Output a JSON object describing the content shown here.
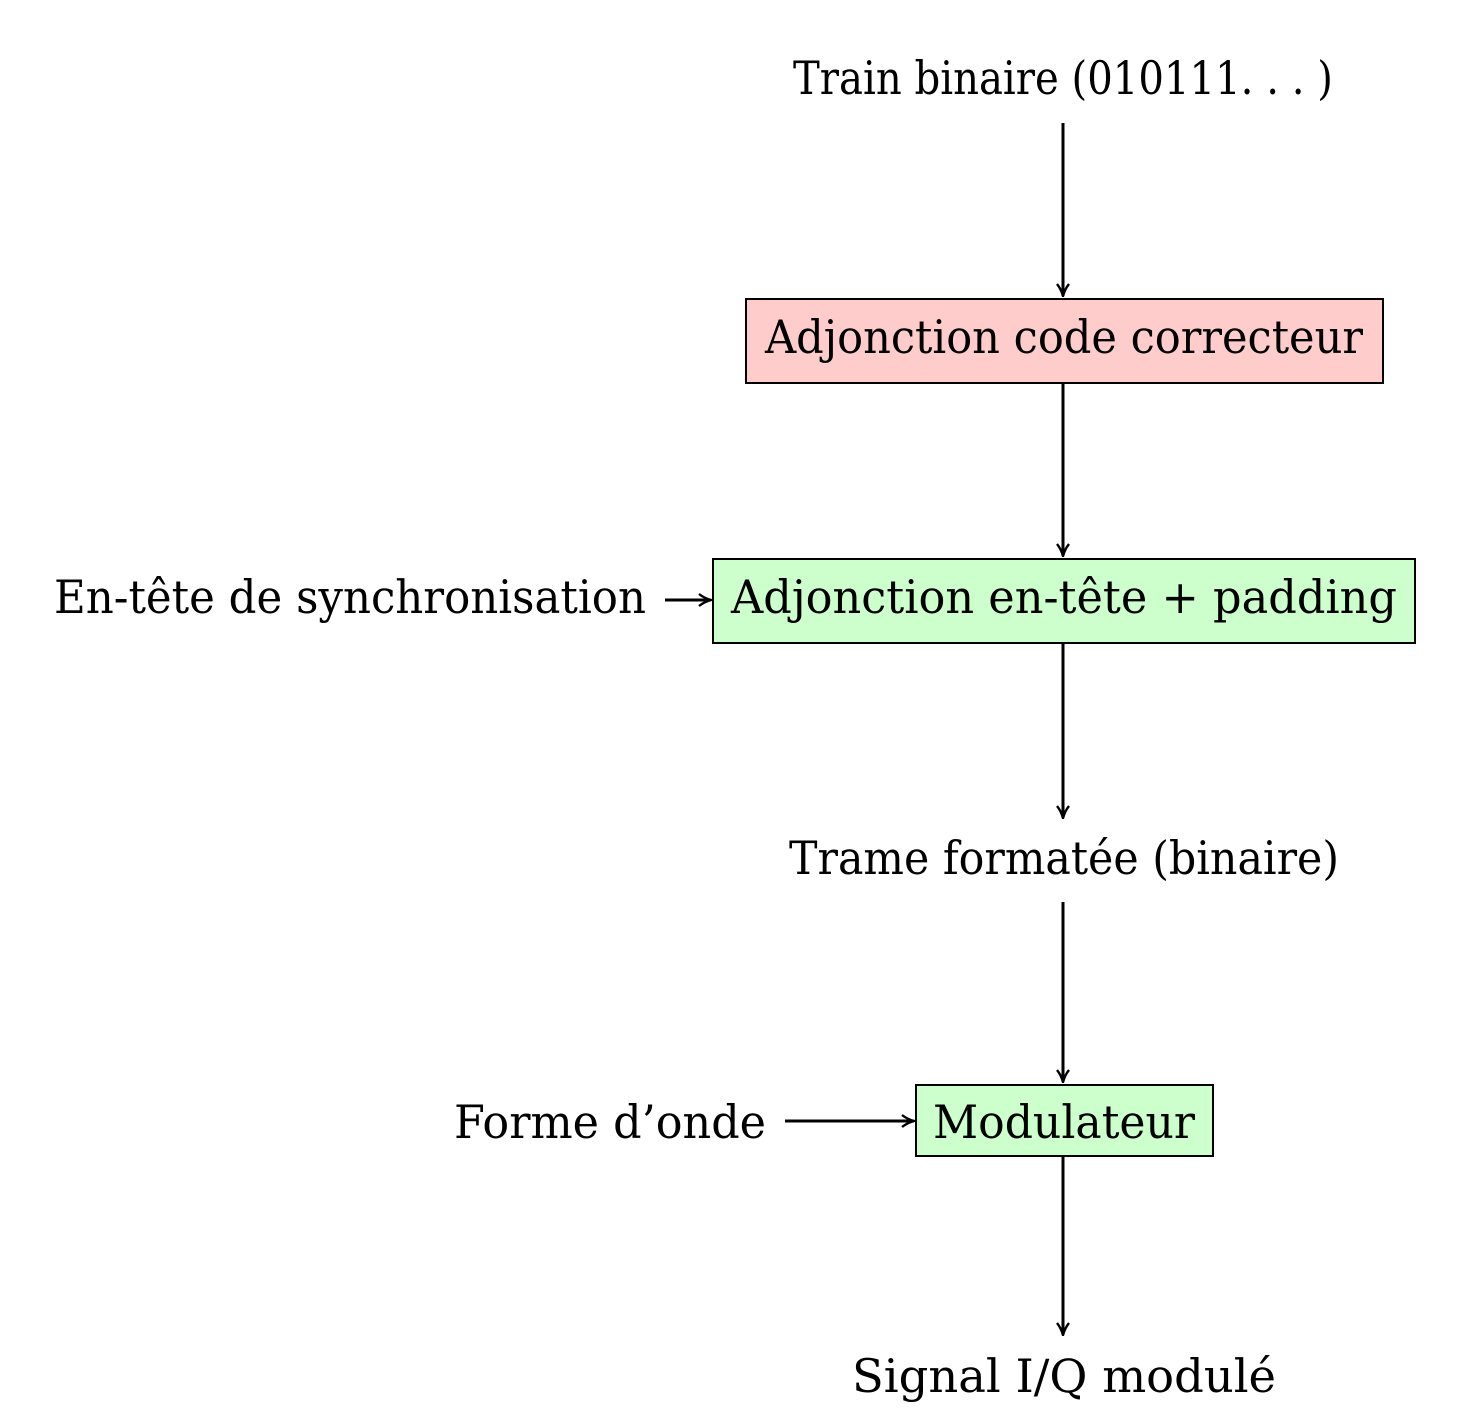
{
  "nodes": {
    "input_bits": {
      "label": "Train binaire (010111. . . )"
    },
    "fec": {
      "label": "Adjonction code correcteur",
      "fill": "#ffcccc"
    },
    "header": {
      "label": "Adjonction en-tête + padding",
      "fill": "#ccffcc"
    },
    "sync_header": {
      "label": "En-tête de synchronisation"
    },
    "frame": {
      "label": "Trame formatée (binaire)"
    },
    "waveform": {
      "label": "Forme d’onde"
    },
    "modulator": {
      "label": "Modulateur",
      "fill": "#ccffcc"
    },
    "output": {
      "label": "Signal I/Q modulé"
    }
  },
  "edges": [
    {
      "from": "input_bits",
      "to": "fec"
    },
    {
      "from": "fec",
      "to": "header"
    },
    {
      "from": "sync_header",
      "to": "header"
    },
    {
      "from": "header",
      "to": "frame"
    },
    {
      "from": "frame",
      "to": "modulator"
    },
    {
      "from": "waveform",
      "to": "modulator"
    },
    {
      "from": "modulator",
      "to": "output"
    }
  ]
}
